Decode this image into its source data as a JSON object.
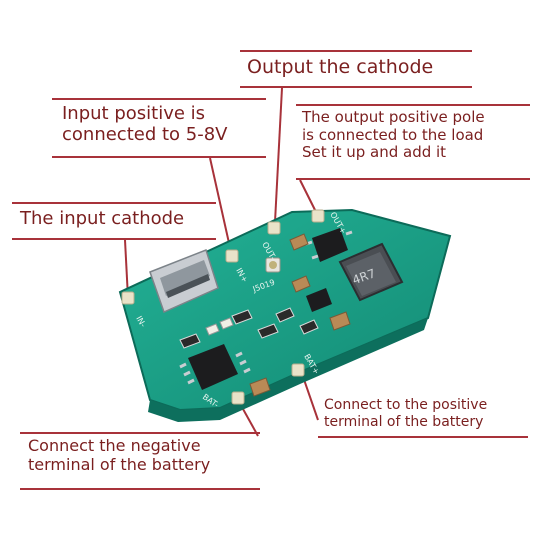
{
  "labels": {
    "output_cathode": "Output the cathode",
    "input_positive": [
      "Input positive is",
      "connected to 5-8V"
    ],
    "output_positive": [
      "The output positive pole",
      "is connected to the load",
      "Set it up and add it"
    ],
    "input_cathode": "The input cathode",
    "battery_positive": [
      "Connect to the positive",
      "terminal of the battery"
    ],
    "battery_negative": [
      "Connect the negative",
      "terminal of the battery"
    ]
  },
  "board": {
    "silkscreen": {
      "in_minus": "IN-",
      "in_plus": "IN+",
      "out_minus": "OUT-",
      "out_plus": "OUT+",
      "bat_minus": "BAT-",
      "bat_plus": "BAT+",
      "chip": "J5019"
    },
    "inductor_marking": "4R7"
  },
  "colors": {
    "label_text": "#7a1f1f",
    "frame": "#a8323a",
    "pcb": "#1aa38a",
    "pcb_dark": "#0f7a66"
  }
}
